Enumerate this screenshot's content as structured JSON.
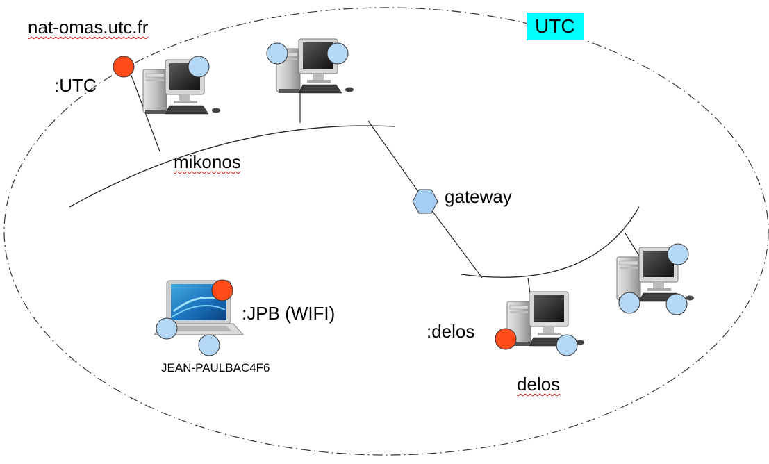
{
  "domain_title": "nat-omas.utc.fr",
  "zone_badge": {
    "label": "UTC"
  },
  "labels": {
    "utc_node": ":UTC",
    "mikonos": "mikonos",
    "gateway": "gateway",
    "jpb": ":JPB (WIFI)",
    "jean_paul": "JEAN-PAULBAC4F6",
    "delos_node": ":delos",
    "delos_host": "delos"
  },
  "colors": {
    "badge_bg": "#00ffff",
    "agent_red": "#ff4c1a",
    "agent_blue": "#b3d7f5",
    "gateway_fill": "#a6cdf2",
    "line": "#222222"
  },
  "icons": [
    "desktop-computer-icon",
    "laptop-icon",
    "hexagon-gateway-icon",
    "circle-agent-icon"
  ]
}
